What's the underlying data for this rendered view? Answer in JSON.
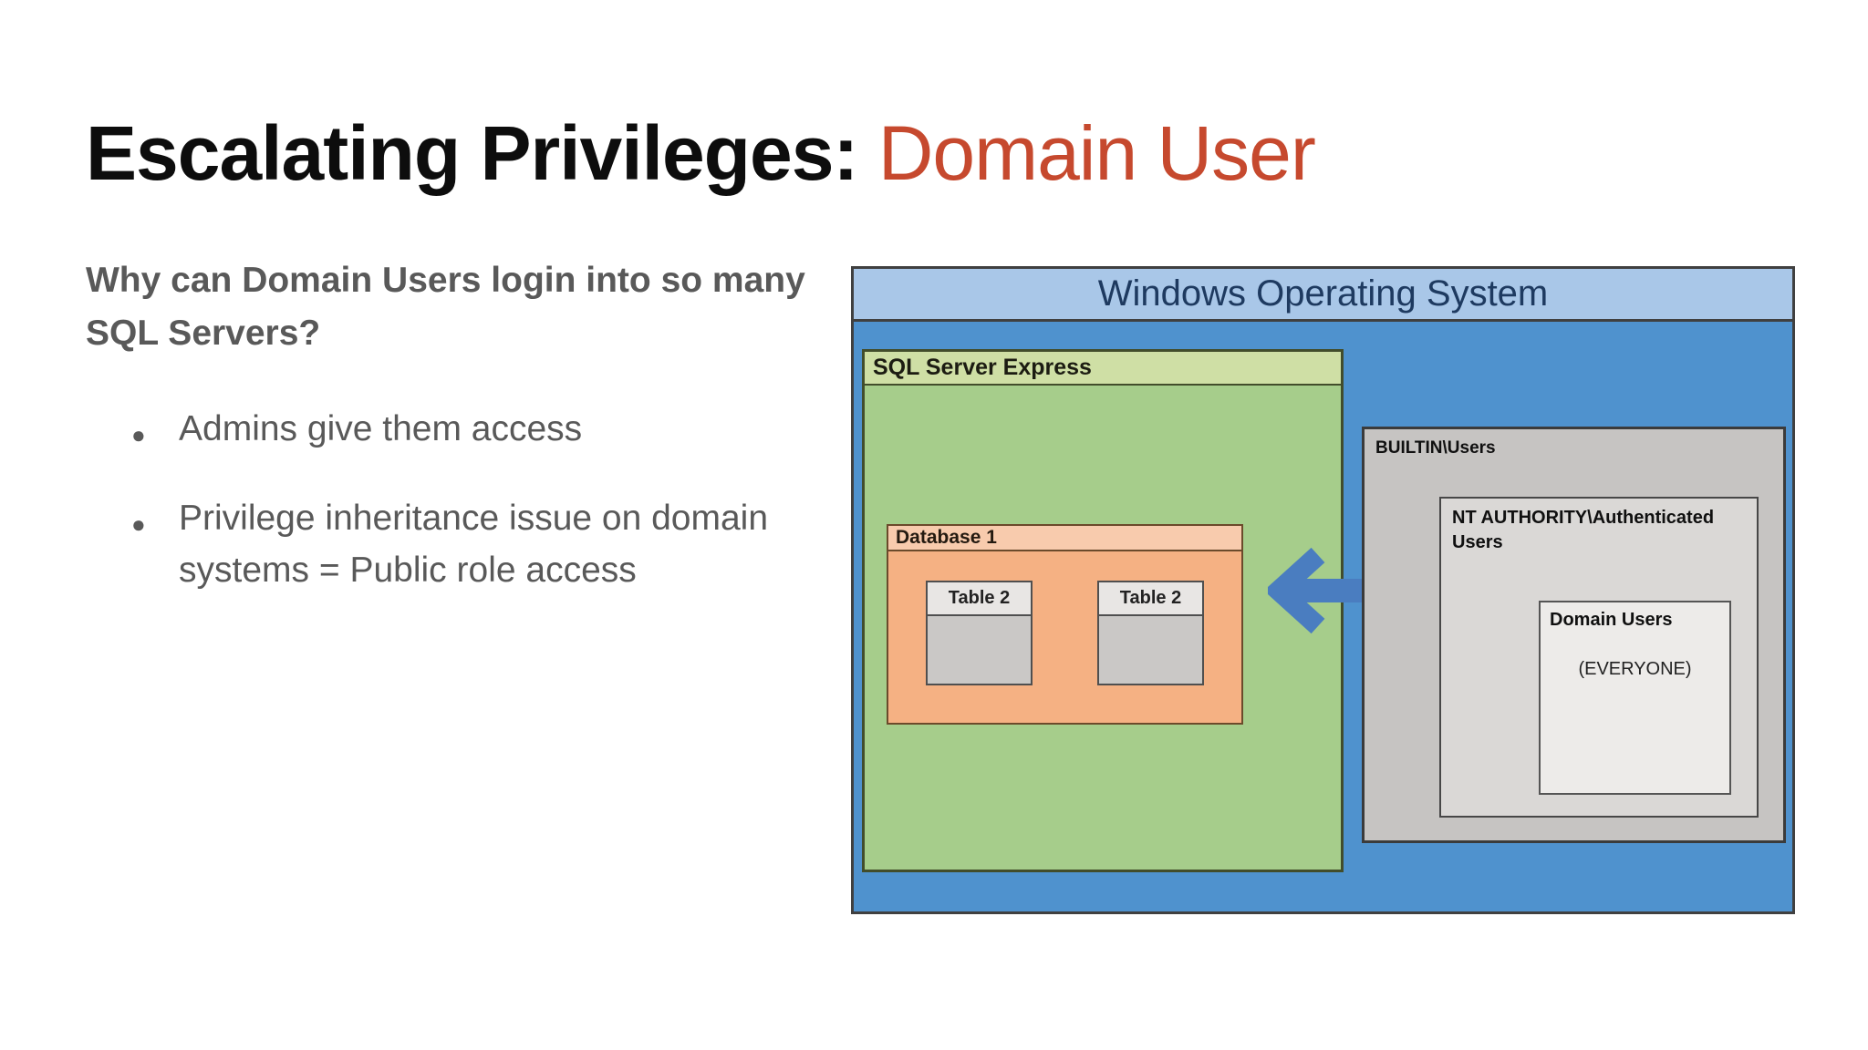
{
  "slide": {
    "title": {
      "black_part": "Escalating Privileges: ",
      "red_part": "Domain User"
    },
    "question": "Why can Domain Users login into so many SQL Servers?",
    "bullets": [
      "Admins give them access",
      "Privilege inheritance issue on domain systems = Public role access"
    ],
    "bullet_glyph": "●",
    "colors": {
      "title_black": "#0d0d0d",
      "title_red": "#c6492e",
      "body_text_gray": "#595959"
    }
  },
  "diagram": {
    "os_label": "Windows Operating System",
    "sql_label": "SQL Server Express",
    "database_label": "Database 1",
    "tables": [
      "Table 2",
      "Table 2"
    ],
    "builtin_label": "BUILTIN\\Users",
    "nt_label": "NT AUTHORITY\\Authenticated Users",
    "domain_label": "Domain Users",
    "everyone_label": "(EVERYONE)",
    "colors": {
      "os_body_blue": "#4f92ce",
      "os_header_blue": "#a9c7e8",
      "os_header_text": "#1e3a60",
      "sql_body_green": "#a6cd8b",
      "sql_header_green": "#cfdfa5",
      "db_body_orange": "#f5b183",
      "db_header_orange": "#f8cbad",
      "table_header_gray": "#e8e6e4",
      "table_body_gray": "#cac8c6",
      "builtin_gray": "#c6c4c2",
      "nt_gray": "#dad8d6",
      "domain_gray": "#edebe9",
      "arrow_blue": "#4a7dc0"
    }
  }
}
